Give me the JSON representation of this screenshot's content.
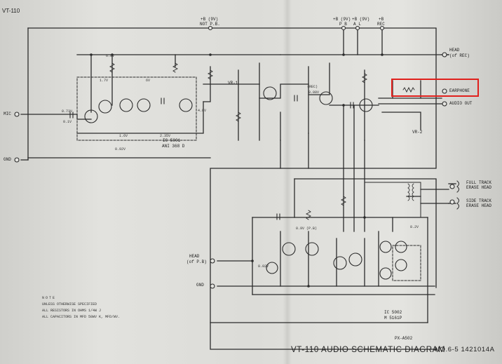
{
  "header": {
    "corner_label": "VT-110"
  },
  "power_labels": {
    "plus_b_not_pb_top": "+B (9V)",
    "plus_b_not_pb_bottom": "NOT P.B.",
    "plus_b_pb": "+B (9V)",
    "plus_b_al": "+B (9V)",
    "plus_b_rec": "+B",
    "pb_letters": "P B",
    "al_letters": "A L",
    "rec_letters": "REC"
  },
  "terminals": {
    "mic": "MIC",
    "gnd_left": "GND",
    "head_rec_line1": "HEAD",
    "head_rec_line2": "(of REC)",
    "earphone": "EARPHONE",
    "audio_out": "AUDIO OUT",
    "full_track_line1": "FULL TRACK",
    "full_track_line2": "ERASE HEAD",
    "side_track_line1": "SIDE TRACK",
    "side_track_line2": "ERASE HEAD",
    "head_pb_line1": "HEAD",
    "head_pb_line2": "(of P.B)",
    "gnd_lower": "GND"
  },
  "components": {
    "ic1_name": "IC 5001",
    "ic1_part": "ANI 368 D",
    "ic2_name": "IC 5002",
    "ic2_part": "M 5161P",
    "vr1": "VR-1",
    "vr2": "VR-2",
    "board": "PX-A502",
    "rec_label": "(REC)"
  },
  "voltages": {
    "v_6_8": "6.8V",
    "v_1_7": "1.7V",
    "v_6": "6V",
    "v_0_73": "0.73V",
    "v_0_1": "0.1V",
    "v_1_6": "1.6V",
    "v_2_35": "2.35V",
    "v_0_92": "0.92V",
    "v_4_8": "4.8V",
    "v_0_08": "0.08V",
    "v_0_9_pb": "0.9V (P.B)",
    "v_8_2": "8.2V",
    "v_0_02": "0.02V"
  },
  "notes": {
    "heading": "NOTE",
    "line1": "UNLESS OTHERWISE SPECIFIED",
    "line2": "ALL RESISTORS IN OHMS 1/4W J",
    "line3": "ALL CAPACITORS IN MFD 50WV K, MFD/WV."
  },
  "footer": {
    "title": "VT-110 AUDIO SCHEMATIC DIAGRAM",
    "number": "NO.6-5 1421014A"
  },
  "colors": {
    "ink": "#2a2a2a",
    "paper": "#dededa",
    "highlight": "#e0201c"
  }
}
